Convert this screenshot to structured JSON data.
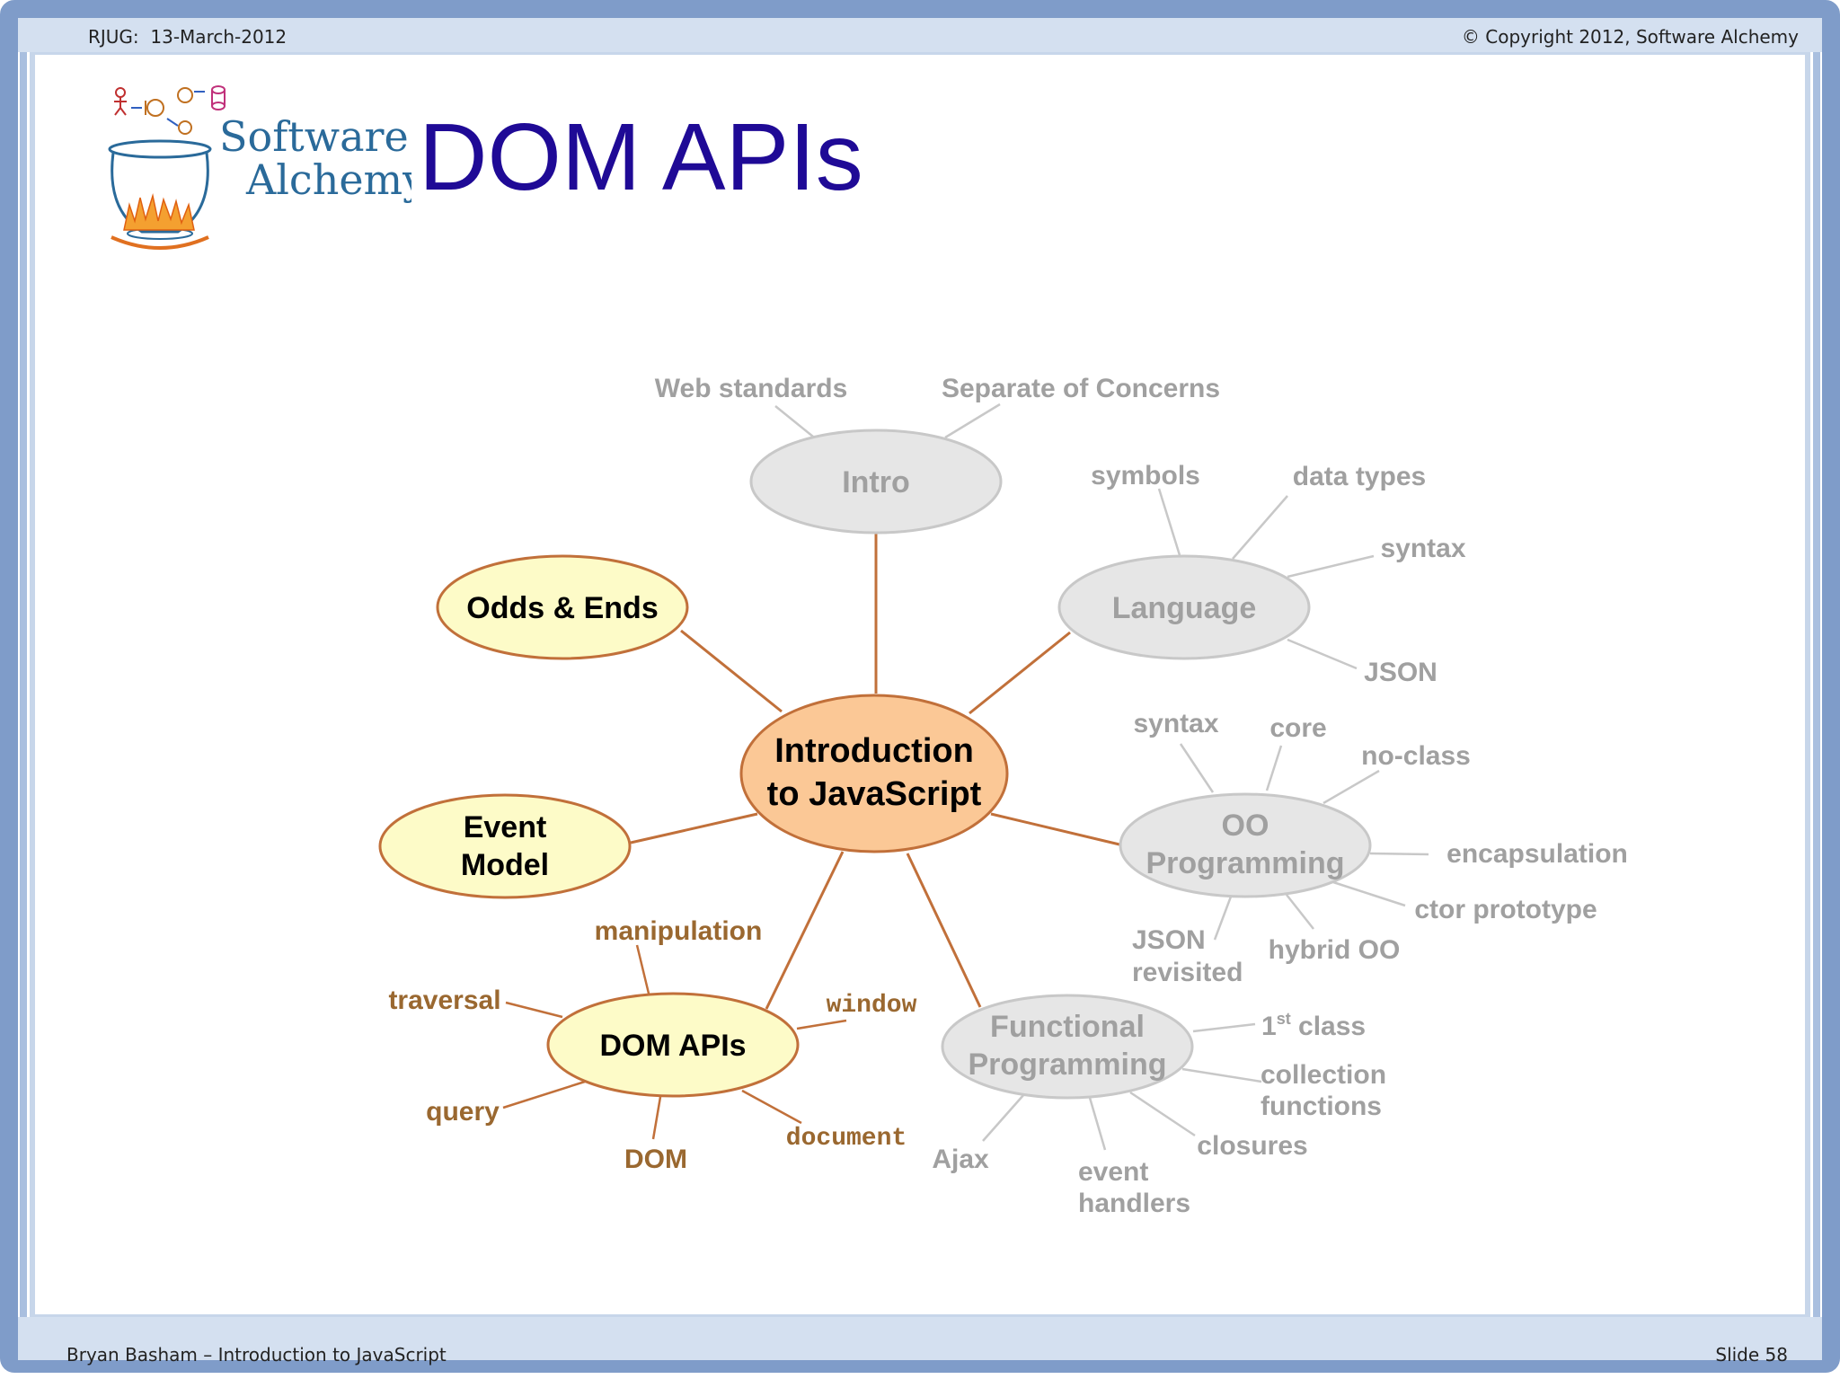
{
  "header": {
    "left": "RJUG:  13-March-2012",
    "right": "© Copyright 2012, Software Alchemy"
  },
  "footer": {
    "left": "Bryan Basham – Introduction to JavaScript",
    "right": "Slide 58"
  },
  "logo": {
    "line1": "Software",
    "line2": "Alchemy",
    "icon": "cauldron-icon"
  },
  "title": "DOM APIs",
  "colors": {
    "title": "#1f0a96",
    "center_fill": "#fbc896",
    "active_fill": "#fdfbc8",
    "active_stroke": "#c1703a",
    "inactive_fill": "#e6e6e6",
    "inactive_stroke": "#c8c8c8",
    "inactive_text": "#a0a0a0",
    "dom_leaf_text": "#9a6830"
  },
  "mindmap": {
    "center": {
      "line1": "Introduction",
      "line2": "to JavaScript"
    },
    "intro": {
      "label": "Intro",
      "leaves": [
        "Web standards",
        "Separate of Concerns"
      ]
    },
    "language": {
      "label": "Language",
      "leaves": [
        "symbols",
        "data types",
        "syntax",
        "JSON"
      ]
    },
    "oo": {
      "line1": "OO",
      "line2": "Programming",
      "leaves": {
        "syntax": "syntax",
        "core": "core",
        "no_class": "no-class",
        "encapsulation": "encapsulation",
        "ctor": "ctor prototype",
        "hybrid": "hybrid OO",
        "json_1": "JSON",
        "json_2": "revisited"
      }
    },
    "functional": {
      "line1": "Functional",
      "line2": "Programming",
      "leaves": {
        "first_class_num": "1",
        "first_class_sup": "st",
        "first_class_rest": " class",
        "collection_1": "collection",
        "collection_2": "functions",
        "closures": "closures",
        "event_1": "event",
        "event_2": "handlers",
        "ajax": "Ajax"
      }
    },
    "odds": {
      "label": "Odds & Ends"
    },
    "event_model": {
      "line1": "Event",
      "line2": "Model"
    },
    "dom_apis": {
      "label": "DOM APIs",
      "leaves": {
        "manipulation": "manipulation",
        "traversal": "traversal",
        "window": "window",
        "query": "query",
        "dom": "DOM",
        "document": "document"
      }
    }
  }
}
